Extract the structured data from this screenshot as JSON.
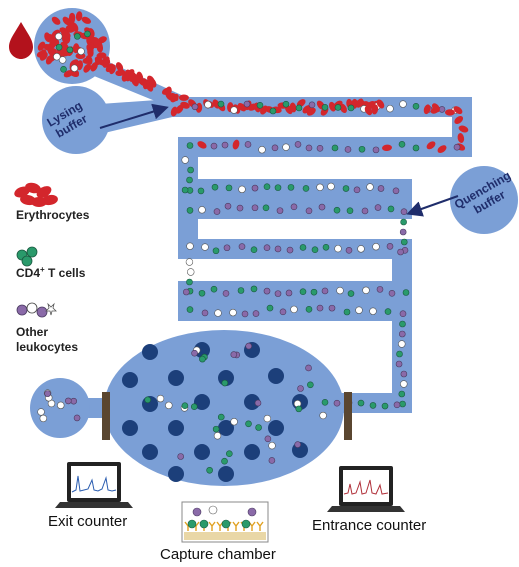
{
  "inlets": {
    "lysing": [
      "Lysing",
      "buffer"
    ],
    "quenching": [
      "Quenching",
      "buffer"
    ]
  },
  "legend": {
    "erythrocytes": "Erythrocytes",
    "cd4_main": "CD4",
    "cd4_sup": "+",
    "cd4_rest": " T cells",
    "other_line1": "Other",
    "other_line2": "leukocytes"
  },
  "counters": {
    "exit": "Exit counter",
    "entrance": "Entrance counter",
    "capture": "Capture chamber"
  },
  "colors": {
    "channel": "#7b9fd6",
    "channel_dark": "#6a8fcb",
    "pillar": "#1c3f7a",
    "erythrocyte": "#d3262c",
    "cd4": "#2a9a6b",
    "leukocyte": "#8a6aa8",
    "electrode": "#5a4630",
    "blood_drop": "#b3121c",
    "arrow": "#1f2d6b",
    "exit_signal": "#2b5db0",
    "entrance_signal": "#b0303a",
    "antibody": "#e0a020"
  },
  "icons": {
    "blood": "blood-drop-icon",
    "laptop": "laptop-icon",
    "antibody": "antibody-icon"
  }
}
